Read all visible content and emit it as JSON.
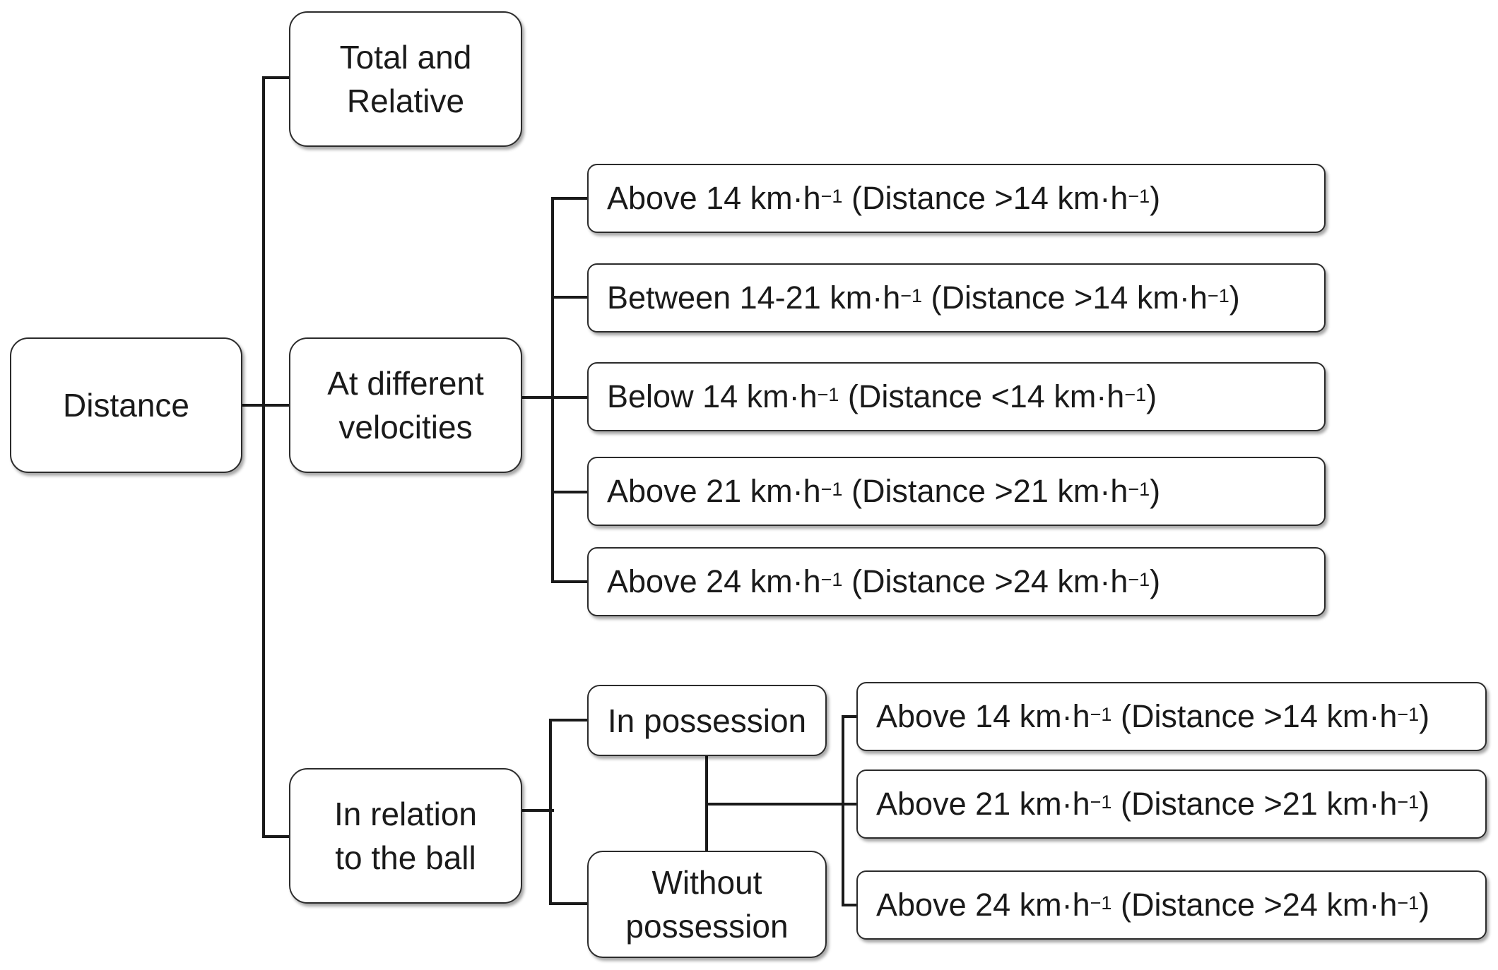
{
  "root": {
    "label": "Distance"
  },
  "level1": {
    "total": "Total and\nRelative",
    "velocities": "At different\nvelocities",
    "ball": "In relation\nto the ball"
  },
  "velocity_items": [
    {
      "pre": "Above 14 km·h",
      "sup1": "−1",
      "mid": " (Distance >14 km·h",
      "sup2": "−1",
      "post": ")"
    },
    {
      "pre": "Between 14-21 km·h",
      "sup1": "−1",
      "mid": " (Distance >14 km·h",
      "sup2": "−1",
      "post": ")"
    },
    {
      "pre": "Below 14 km·h",
      "sup1": "−1",
      "mid": " (Distance <14 km·h",
      "sup2": "−1",
      "post": ")"
    },
    {
      "pre": "Above 21 km·h",
      "sup1": "−1",
      "mid": " (Distance >21 km·h",
      "sup2": "−1",
      "post": ")"
    },
    {
      "pre": "Above 24 km·h",
      "sup1": "−1",
      "mid": " (Distance >24 km·h",
      "sup2": "−1",
      "post": ")"
    }
  ],
  "possession": {
    "in": "In possession",
    "without": "Without\npossession"
  },
  "possession_items": [
    {
      "pre": "Above 14 km·h",
      "sup1": "−1",
      "mid": " (Distance >14 km·h",
      "sup2": "−1",
      "post": ")"
    },
    {
      "pre": "Above 21 km·h",
      "sup1": "−1",
      "mid": " (Distance >21 km·h",
      "sup2": "−1",
      "post": ")"
    },
    {
      "pre": "Above 24 km·h",
      "sup1": "−1",
      "mid": " (Distance >24 km·h",
      "sup2": "−1",
      "post": ")"
    }
  ],
  "colors": {
    "line": "#1a1a1a",
    "border": "#2b2b2b",
    "text": "#1a1a1a"
  }
}
